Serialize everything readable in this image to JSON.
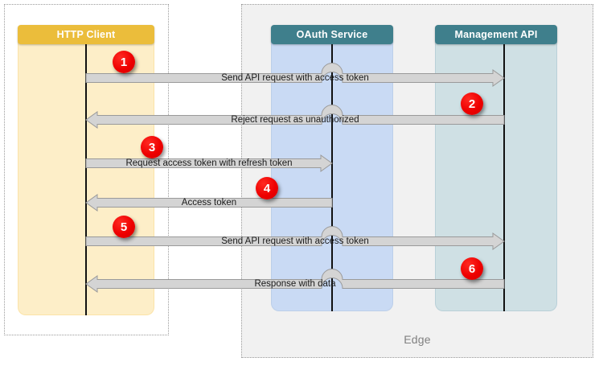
{
  "diagram": {
    "type": "sequence-diagram",
    "title": "OAuth token refresh sequence"
  },
  "groups": [
    {
      "id": "client-group",
      "label": ""
    },
    {
      "id": "edge-group",
      "label": "Edge"
    }
  ],
  "lifelines": [
    {
      "id": "http-client",
      "label": "HTTP Client",
      "header_color": "#ebbd3b",
      "lane_color": "#fdeec8"
    },
    {
      "id": "oauth-service",
      "label": "OAuth Service",
      "header_color": "#3f7f8c",
      "lane_color": "#c9daf4"
    },
    {
      "id": "management-api",
      "label": "Management API",
      "header_color": "#3f7f8c",
      "lane_color": "#cfe0e4"
    }
  ],
  "messages": [
    {
      "step": "1",
      "label": "Send API request with access token",
      "from": "http-client",
      "to": "management-api",
      "direction": "right"
    },
    {
      "step": "2",
      "label": "Reject request as unauthorized",
      "from": "management-api",
      "to": "http-client",
      "direction": "left"
    },
    {
      "step": "3",
      "label": "Request access token with refresh token",
      "from": "http-client",
      "to": "oauth-service",
      "direction": "right"
    },
    {
      "step": "4",
      "label": "Access token",
      "from": "oauth-service",
      "to": "http-client",
      "direction": "left"
    },
    {
      "step": "5",
      "label": "Send API request with access token",
      "from": "http-client",
      "to": "management-api",
      "direction": "right"
    },
    {
      "step": "6",
      "label": "Response with data",
      "from": "management-api",
      "to": "http-client",
      "direction": "left"
    }
  ],
  "colors": {
    "arrow_fill": "#d4d4d4",
    "arrow_stroke": "#9a9a9a",
    "badge": "#ee0000",
    "edge_background": "#f1f1f1",
    "lifeline": "#111111",
    "group_border": "#9b9b9b",
    "edge_label_text": "#808080"
  }
}
